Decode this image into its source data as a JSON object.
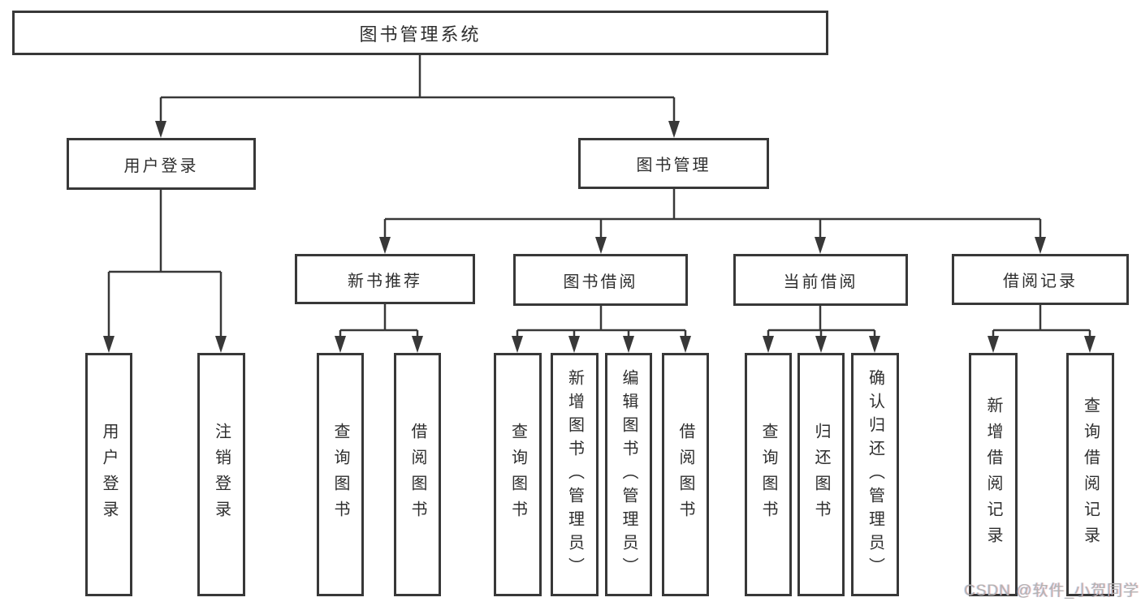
{
  "tree": {
    "root": {
      "label": "图书管理系统"
    },
    "branches": [
      {
        "label": "用户登录",
        "children": [
          {
            "label": "用户登录"
          },
          {
            "label": "注销登录"
          }
        ]
      },
      {
        "label": "图书管理",
        "children": [
          {
            "label": "新书推荐",
            "children": [
              {
                "label": "查询图书"
              },
              {
                "label": "借阅图书"
              }
            ]
          },
          {
            "label": "图书借阅",
            "children": [
              {
                "label": "查询图书"
              },
              {
                "label": "新增图书（管理员）"
              },
              {
                "label": "编辑图书（管理员）"
              },
              {
                "label": "借阅图书"
              }
            ]
          },
          {
            "label": "当前借阅",
            "children": [
              {
                "label": "查询图书"
              },
              {
                "label": "归还图书"
              },
              {
                "label": "确认归还（管理员）"
              }
            ]
          },
          {
            "label": "借阅记录",
            "children": [
              {
                "label": "新增借阅记录"
              },
              {
                "label": "查询借阅记录"
              }
            ]
          }
        ]
      }
    ]
  },
  "watermark": {
    "text": "CSDN @软件_小贺同学"
  },
  "colors": {
    "line": "#383838",
    "text": "#2e2e2e",
    "watermark": "#b3b3b3",
    "background": "#ffffff"
  }
}
